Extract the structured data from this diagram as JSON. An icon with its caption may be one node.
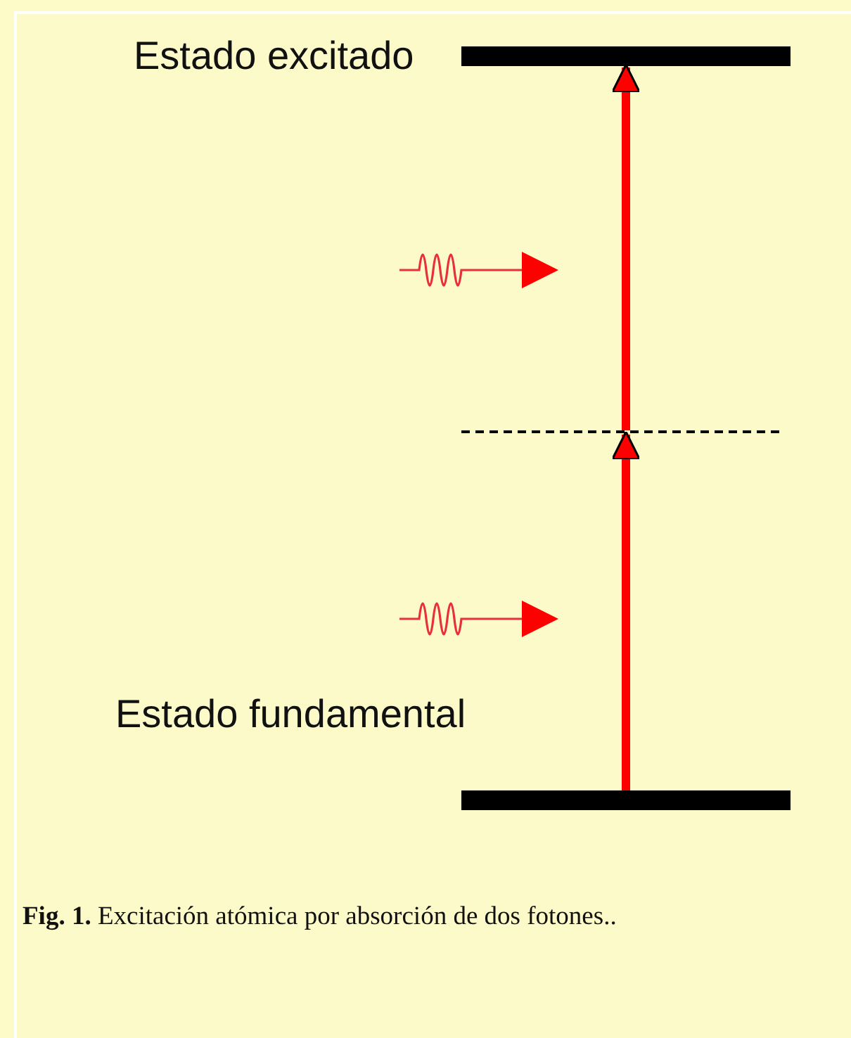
{
  "diagram": {
    "caption": "**Fig. 1.** Excitación atómica por absorción de dos fotones..",
    "nodes": [
      {
        "text": [],
        "shape": "bar",
        "beside": [
          "Estado excitado"
        ]
      },
      {
        "text": [],
        "shape": "line"
      },
      {
        "text": [],
        "shape": "bar",
        "beside": [
          "Estado fundamental"
        ]
      }
    ],
    "edges": [
      {
        "from": 2,
        "to": 1,
        "arrow": "to"
      },
      {
        "from": 1,
        "to": 0,
        "arrow": "to"
      }
    ]
  }
}
